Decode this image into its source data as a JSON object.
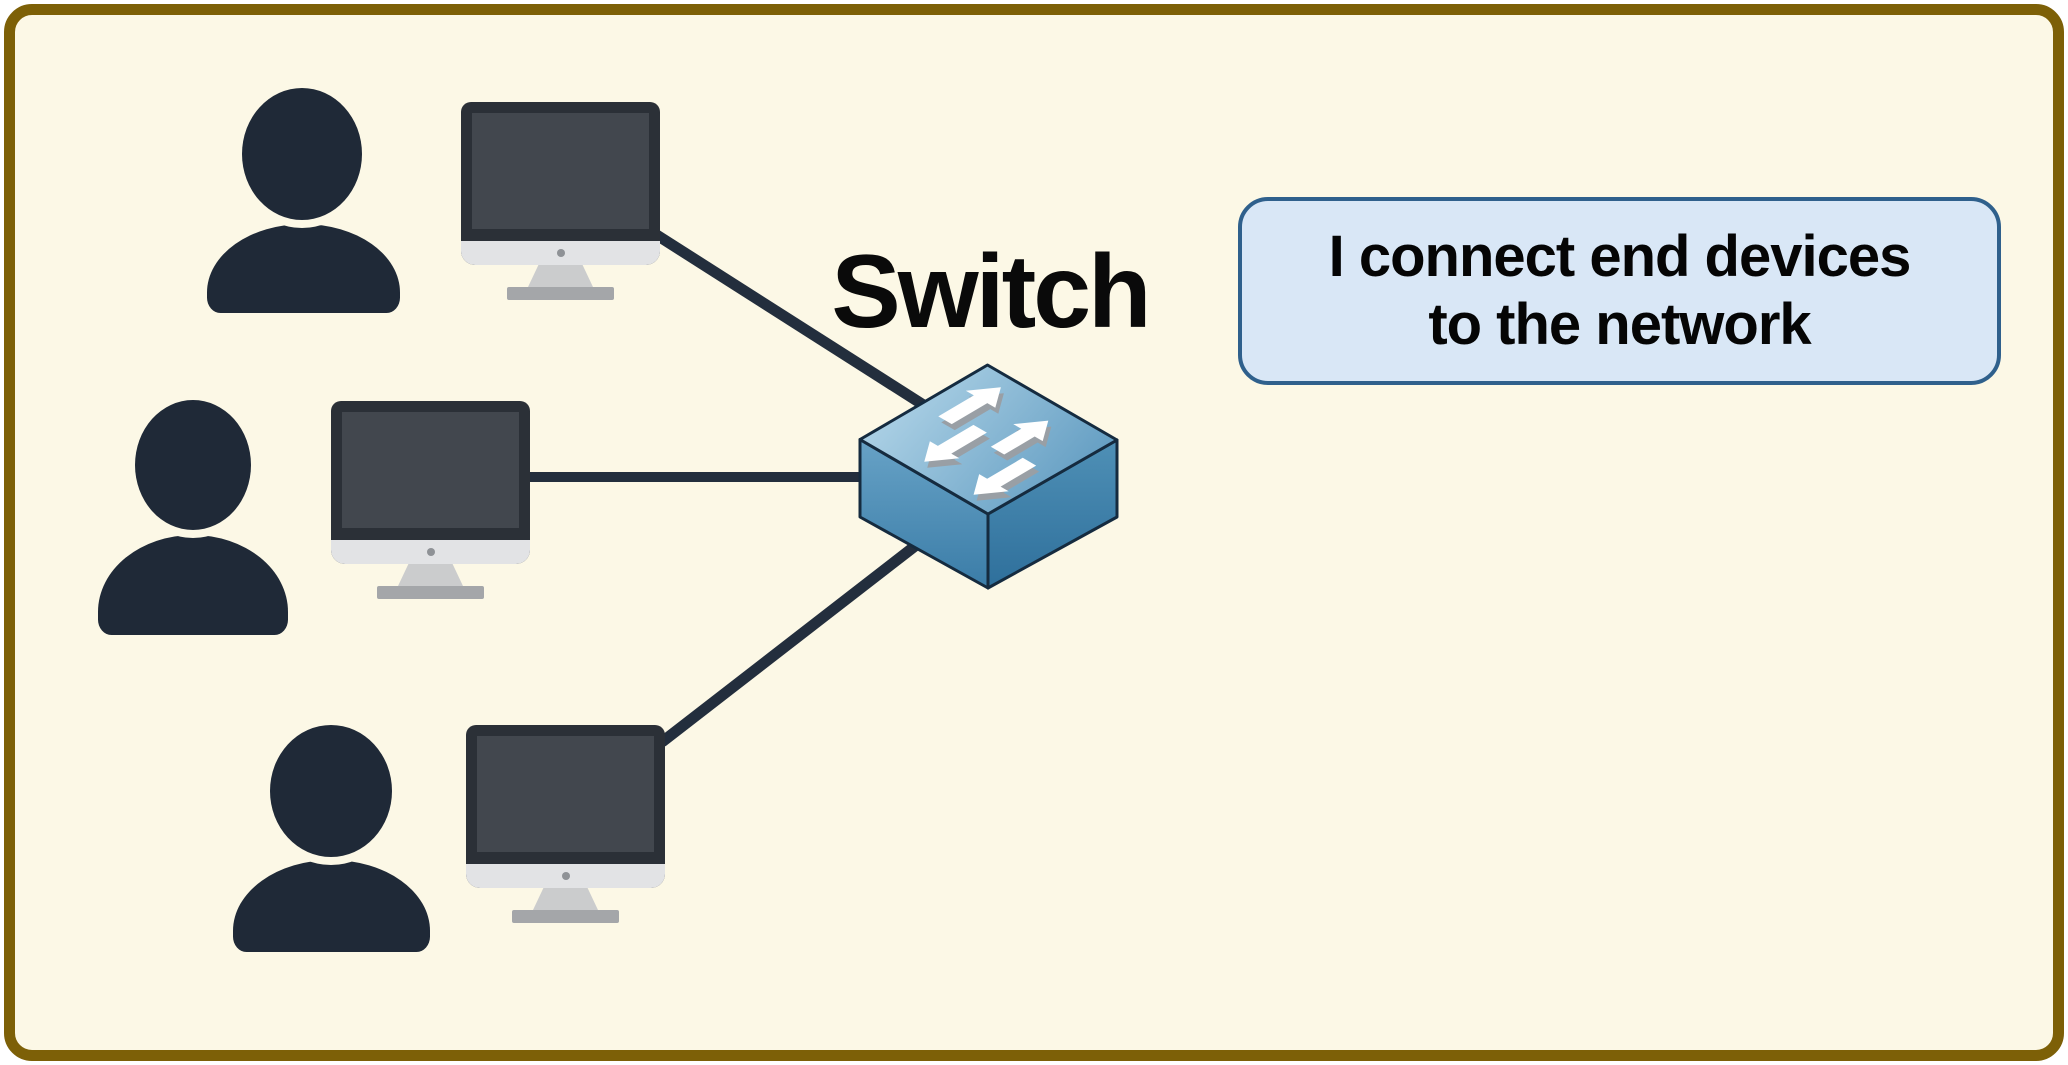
{
  "diagram": {
    "title": "Switch",
    "callout": {
      "lines": [
        "I connect end devices",
        "to the network"
      ]
    },
    "workstations": [
      {
        "id": "workstation-1",
        "icons": [
          "user-icon",
          "desktop-monitor-icon"
        ]
      },
      {
        "id": "workstation-2",
        "icons": [
          "user-icon",
          "desktop-monitor-icon"
        ]
      },
      {
        "id": "workstation-3",
        "icons": [
          "user-icon",
          "desktop-monitor-icon"
        ]
      }
    ],
    "hub": {
      "icon": "network-switch-icon"
    },
    "connections": [
      {
        "from": "workstation-1",
        "to": "switch"
      },
      {
        "from": "workstation-2",
        "to": "switch"
      },
      {
        "from": "workstation-3",
        "to": "switch"
      }
    ]
  },
  "colors": {
    "canvas_bg": "#FCF8E6",
    "frame_border": "#7D6007",
    "person": "#1F2937",
    "connection_line": "#232E3D",
    "monitor_frame": "#2B3037",
    "monitor_screen": "#42474E",
    "callout_fill": "#D9E7F6",
    "callout_border": "#2F608C",
    "switch_blue": "#4F90B6",
    "title_color": "#0A0A0A"
  }
}
